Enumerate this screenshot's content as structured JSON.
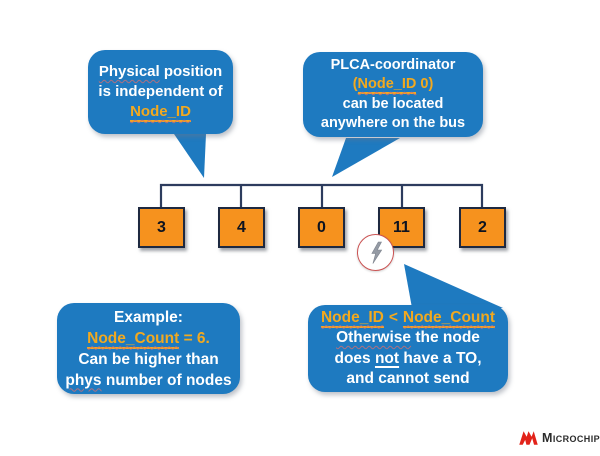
{
  "colors": {
    "callout_blue": "#1e7ac0",
    "keyword_gold": "#f2a91f",
    "node_orange": "#f6921e",
    "bus_line": "#2d3c5e",
    "logo_red": "#e2231a"
  },
  "callouts": {
    "top_left": {
      "l1a": "Physical",
      "l1b": " position",
      "l2": "is independent of",
      "l3": "Node_ID"
    },
    "top_right": {
      "l1": "PLCA-coordinator",
      "l2a": "(",
      "l2b": "Node_ID",
      "l2c": " 0)",
      "l3": "can be located",
      "l4": "anywhere on the bus"
    },
    "bottom_left": {
      "l1": "Example:",
      "l2a": "Node_Count",
      "l2b": " = 6.",
      "l3": "Can be higher than",
      "l4a": "phys",
      "l4b": " number of nodes"
    },
    "bottom_right": {
      "l1a": "Node_ID",
      "l1b": "<",
      "l1c": "Node_Count",
      "l2a": "Otherwise",
      "l2b": " the node",
      "l3a": "does ",
      "l3b": "not",
      "l3c": " have a TO,",
      "l4": "and cannot send"
    }
  },
  "bus": {
    "nodes": [
      "3",
      "4",
      "0",
      "11",
      "2"
    ]
  },
  "icons": {
    "lightning": "lightning-bolt",
    "logo_mark": "microchip-logo"
  },
  "logo": {
    "brand": "Microchip"
  }
}
